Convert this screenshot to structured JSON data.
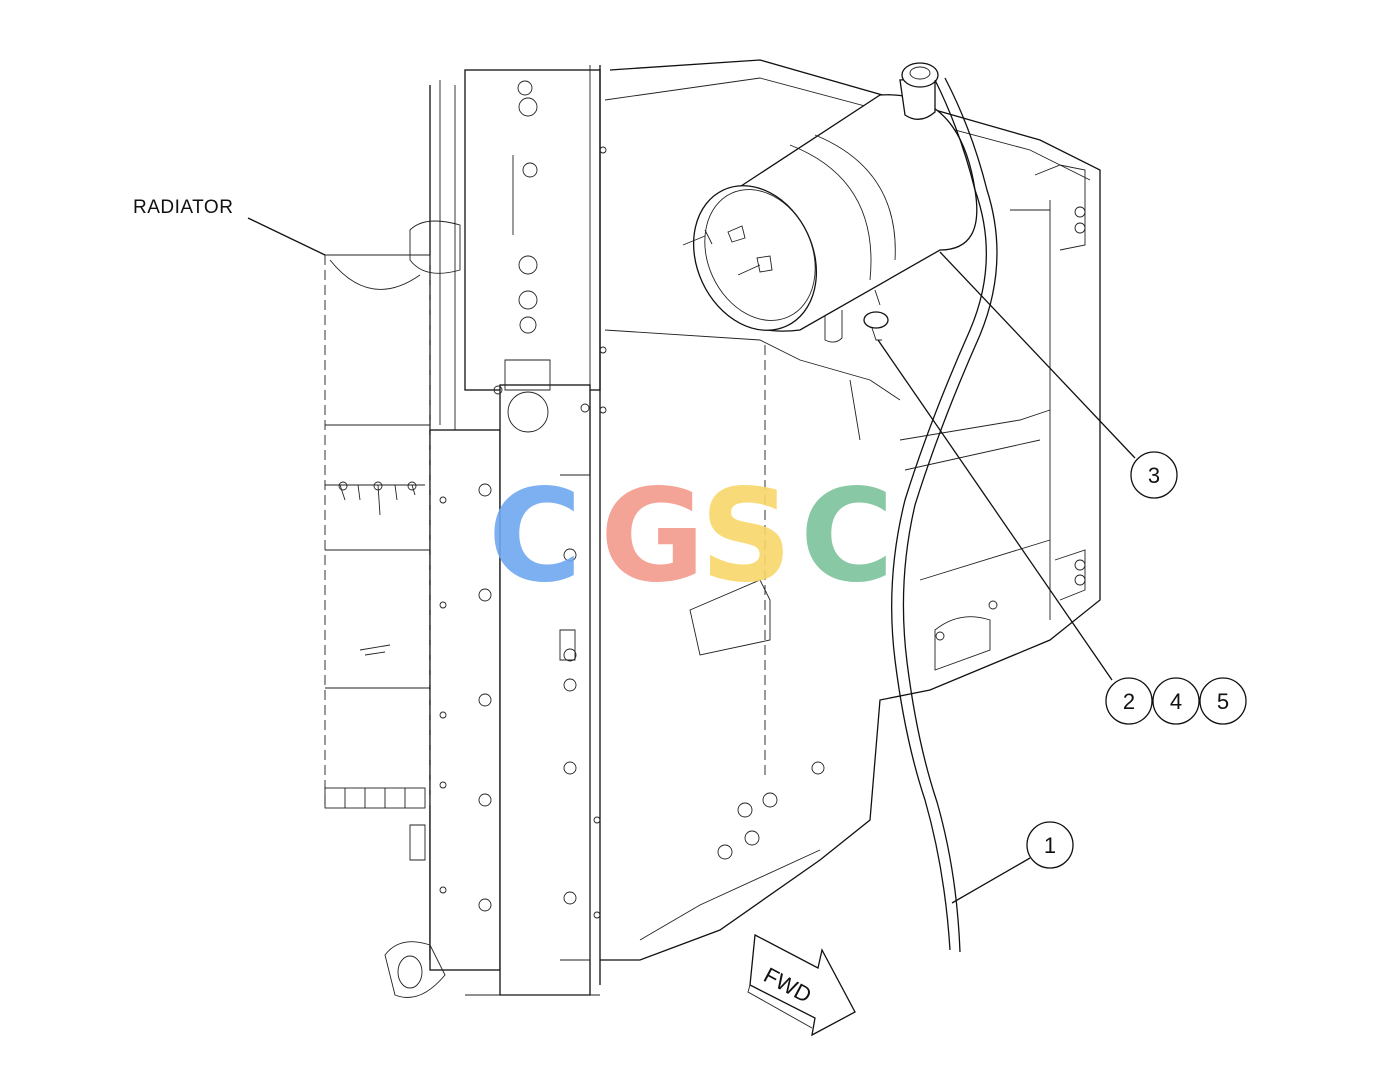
{
  "labels": {
    "radiator": "RADIATOR"
  },
  "callouts": {
    "c1": "1",
    "c2": "2",
    "c3": "3",
    "c4": "4",
    "c5": "5"
  },
  "direction_arrow": {
    "text": "FWD"
  },
  "watermark": {
    "letters": [
      "C",
      "G",
      "S",
      "C"
    ],
    "colors": [
      "#6fa8f0",
      "#f39a8c",
      "#f8d86a",
      "#7cc39c"
    ]
  }
}
